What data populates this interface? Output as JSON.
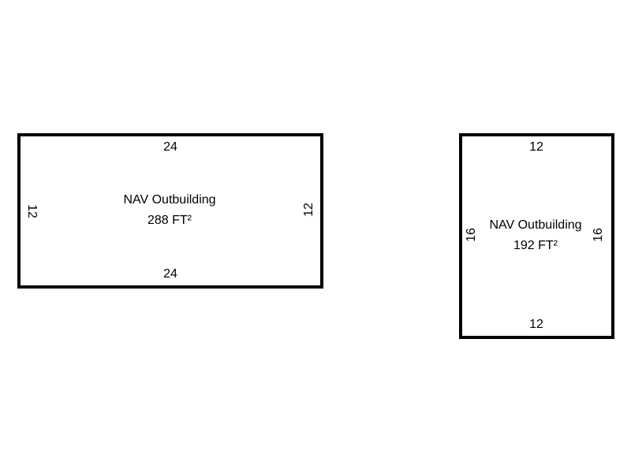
{
  "buildings": [
    {
      "name": "NAV Outbuilding",
      "area": "288 FT²",
      "dimensions": {
        "top": "24",
        "bottom": "24",
        "left": "12",
        "right": "12"
      }
    },
    {
      "name": "NAV Outbuilding",
      "area": "192 FT²",
      "dimensions": {
        "top": "12",
        "bottom": "12",
        "left": "16",
        "right": "16"
      }
    }
  ]
}
